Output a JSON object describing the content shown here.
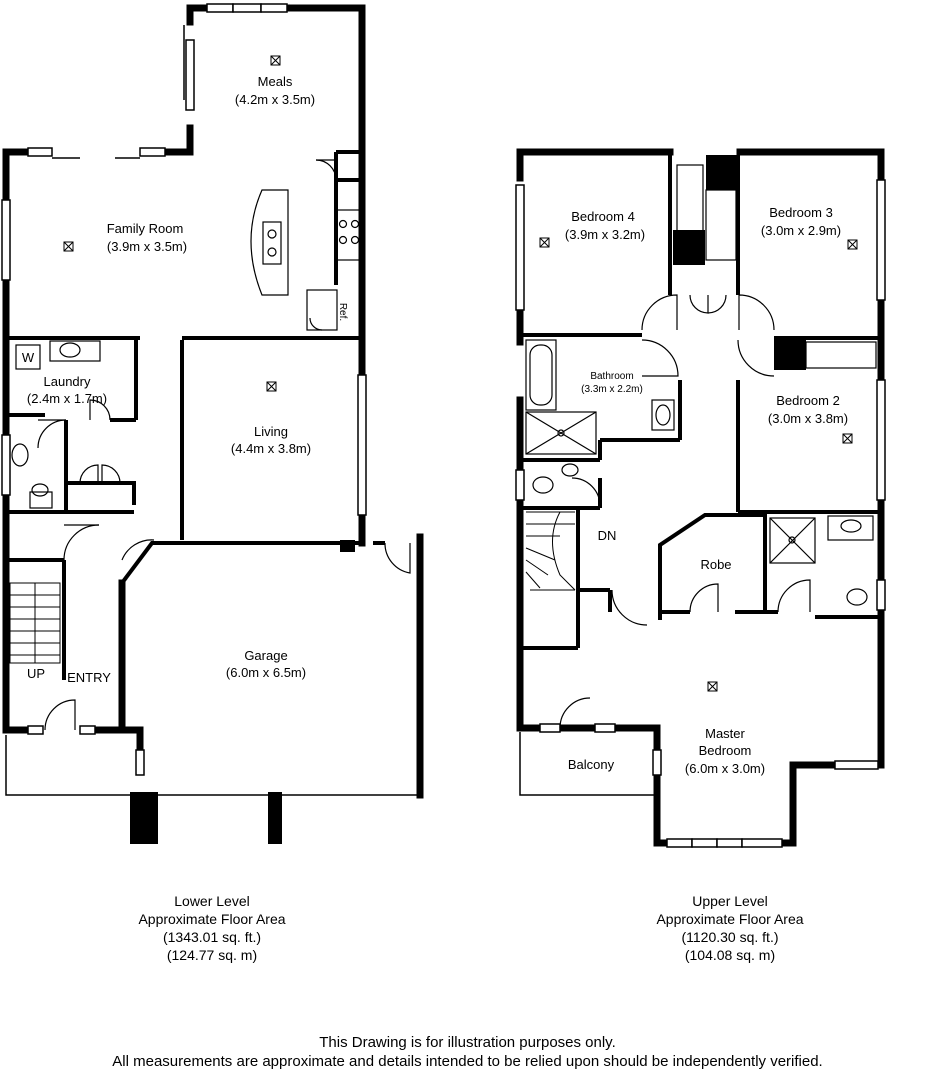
{
  "lower_level": {
    "rooms": {
      "meals": {
        "name": "Meals",
        "dims": "(4.2m x 3.5m)"
      },
      "family_room": {
        "name": "Family Room",
        "dims": "(3.9m x 3.5m)"
      },
      "laundry": {
        "name": "Laundry",
        "dims": "(2.4m x 1.7m)"
      },
      "living": {
        "name": "Living",
        "dims": "(4.4m x 3.8m)"
      },
      "garage": {
        "name": "Garage",
        "dims": "(6.0m x 6.5m)"
      }
    },
    "labels": {
      "washer": "W",
      "fridge": "Ref.",
      "up": "UP",
      "entry": "ENTRY"
    },
    "caption": {
      "line1": "Lower Level",
      "line2": "Approximate Floor Area",
      "line3": "(1343.01 sq. ft.)",
      "line4": "(124.77 sq. m)"
    }
  },
  "upper_level": {
    "rooms": {
      "bedroom4": {
        "name": "Bedroom 4",
        "dims": "(3.9m x 3.2m)"
      },
      "bedroom3": {
        "name": "Bedroom 3",
        "dims": "(3.0m x 2.9m)"
      },
      "bathroom": {
        "name": "Bathroom",
        "dims": "(3.3m x 2.2m)"
      },
      "bedroom2": {
        "name": "Bedroom 2",
        "dims": "(3.0m x 3.8m)"
      },
      "robe": {
        "name": "Robe"
      },
      "master": {
        "name": "Master",
        "name2": "Bedroom",
        "dims": "(6.0m x 3.0m)"
      },
      "balcony": {
        "name": "Balcony"
      }
    },
    "labels": {
      "down": "DN"
    },
    "caption": {
      "line1": "Upper Level",
      "line2": "Approximate Floor Area",
      "line3": "(1120.30 sq. ft.)",
      "line4": "(104.08 sq. m)"
    }
  },
  "disclaimer": {
    "line1": "This Drawing is for illustration purposes only.",
    "line2": "All measurements are approximate and details intended to be relied upon should be independently verified."
  }
}
